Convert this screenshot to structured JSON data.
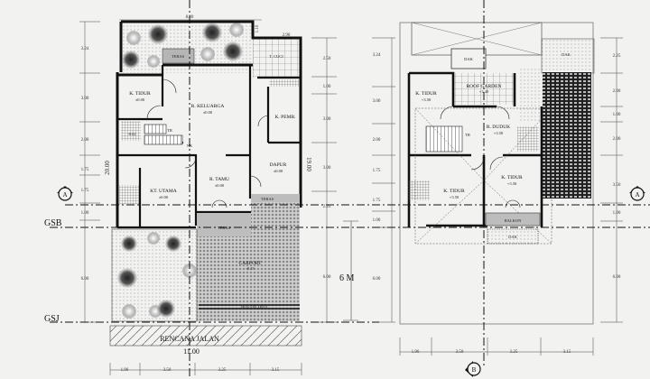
{
  "ground_floor": {
    "top_width": "8.30",
    "side_width": "2.90",
    "wall_gap": "1.10",
    "overall_depth": "20.00",
    "right_depth": "19.00",
    "rooms": {
      "teras_top": "TERAS",
      "t_cuci": "T. CUCI",
      "k_tidur": "K. TIDUR",
      "k_tidur_lvl": "±0.00",
      "r_keluarga": "R. KELUARGA",
      "r_keluarga_lvl": "±0.00",
      "k_pembantu": "K. PEMB.",
      "kt_utama": "KT. UTAMA",
      "kt_utama_lvl": "±0.00",
      "r_tamu": "R. TAMU",
      "r_tamu_lvl": "±0.00",
      "dapur": "DAPUR",
      "dapur_lvl": "±0.00",
      "teras_side": "TERAS",
      "teras_front": "TERAS",
      "carport": "CARPORT",
      "carport_lvl": "-0.15",
      "wc_lvl": "-0.02",
      "stair_up": "TR",
      "stair_nk": "NK",
      "pagar": "BOUTIN TROT"
    },
    "road_label": "RENCANA JALAN",
    "lot_width": "11.00",
    "left_dims": [
      "3.24",
      "3.00",
      "2.00",
      "1.75",
      "1.75",
      "1.00",
      "6.00"
    ],
    "right_dims": [
      "2.50",
      "1.00",
      "3.00",
      "3.00",
      "2.25",
      "6.00"
    ],
    "bottom_dims": [
      "1.96",
      "3.50",
      "3.25",
      "3.15"
    ],
    "setback_label": "6 M"
  },
  "upper_floor": {
    "rooms": {
      "dak_top": "DAK",
      "dak_right": "DAK",
      "k_tidur_1": "K. TIDUR",
      "k_tidur_1_lvl": "+3.50",
      "roof_garden": "ROOF GARDEN",
      "roof_garden_lvl": "+3.40",
      "r_duduk": "R. DUDUK",
      "r_duduk_lvl": "+3.50",
      "stair_tr": "TR",
      "k_tidur_2": "K. TIDUR",
      "k_tidur_2_lvl": "+3.50",
      "k_tidur_3": "K. TIDUR",
      "k_tidur_3_lvl": "+3.50",
      "balkon": "BALKON",
      "dak_bottom": "DAK"
    },
    "left_dims": [
      "3.24",
      "3.00",
      "2.00",
      "1.75",
      "1.75",
      "1.00",
      "6.00"
    ],
    "right_dims": [
      "2.25",
      "2.00",
      "1.00",
      "2.00",
      "3.50",
      "1.00",
      "6.00"
    ],
    "bottom_dims": [
      "1.96",
      "3.50",
      "3.25",
      "3.15"
    ]
  },
  "markers": {
    "gsb": "GSB",
    "gsj": "GSJ",
    "section_a_left": "A",
    "section_a_right": "A",
    "section_b": "B"
  },
  "colors": {
    "paper": "#f2f2f0",
    "wall": "#111111",
    "hatch": "#9a9a9a",
    "terrace_fill": "#b8b8b8",
    "roof_tile": "#2a2a2a"
  }
}
